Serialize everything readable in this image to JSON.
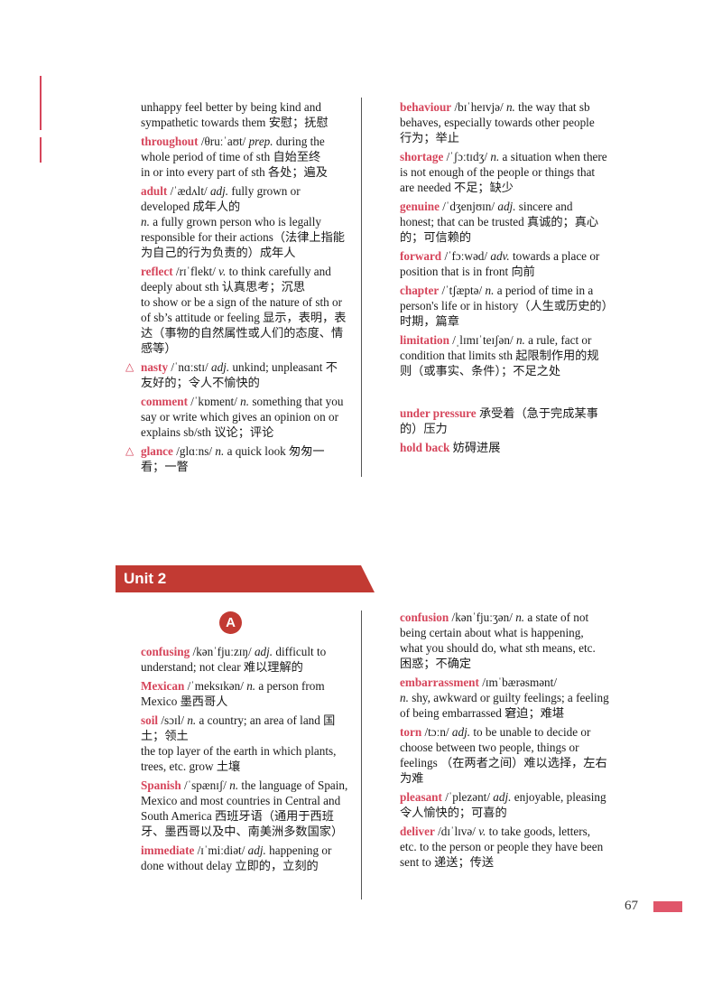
{
  "top_left": [
    {
      "hw": "",
      "text": "unhappy feel better by being kind and sympathetic towards them 安慰；抚慰"
    },
    {
      "hw": "throughout",
      "text": " /θruːˈaʊt/ <i>prep.</i> during the whole period of time of sth 自始至终<br>in or into every part of sth 各处；遍及"
    },
    {
      "hw": "adult",
      "text": " /ˈædʌlt/ <i>adj.</i> fully grown or developed 成年人的<br><i>n.</i> a fully grown person who is legally responsible for their actions（法律上指能为自己的行为负责的）成年人"
    },
    {
      "hw": "reflect",
      "text": " /rɪˈflekt/ <i>v.</i> to think carefully and deeply about sth 认真思考；沉思<br>to show or be a sign of the nature of sth or of sb’s attitude or feeling 显示，表明，表达（事物的自然属性或人们的态度、情感等）"
    },
    {
      "hw": "nasty",
      "tri": "△",
      "text": " /ˈnɑːstɪ/ <i>adj.</i> unkind; unpleasant 不友好的；令人不愉快的"
    },
    {
      "hw": "comment",
      "text": " /ˈkɒment/ <i>n.</i> something that you say or write which gives an opinion on or explains sb/sth 议论；评论"
    },
    {
      "hw": "glance",
      "tri": "△",
      "text": " /glɑːns/ <i>n.</i> a quick look 匆匆一看；一瞥"
    }
  ],
  "top_right": [
    {
      "hw": "behaviour",
      "text": " /bɪˈheɪvjə/ <i>n.</i> the way that sb behaves, especially towards other people 行为；举止"
    },
    {
      "hw": "shortage",
      "text": " /ˈʃɔːtɪdʒ/ <i>n.</i> a situation when there is not enough of the people or things that are needed 不足；缺少"
    },
    {
      "hw": "genuine",
      "text": " /ˈdʒenjʊɪn/ <i>adj.</i> sincere and honest; that can be trusted 真诚的；真心的；可信赖的"
    },
    {
      "hw": "forward",
      "text": " /ˈfɔːwəd/ <i>adv.</i> towards a place or position that is in front 向前"
    },
    {
      "hw": "chapter",
      "text": " /ˈtʃæptə/ <i>n.</i> a period of time in a person's life or in history（人生或历史的）时期，篇章"
    },
    {
      "hw": "limitation",
      "text": " /ˌlɪmɪˈteɪʃən/ <i>n.</i> a rule, fact or condition that limits sth 起限制作用的规则（或事实、条件）；不足之处"
    },
    {
      "hw": "",
      "gap": true,
      "text": ""
    },
    {
      "hw": "under pressure",
      "text": " 承受着（急于完成某事的）压力"
    },
    {
      "hw": "hold back",
      "text": " 妨碍进展"
    }
  ],
  "unit": {
    "title": "Unit 2",
    "section": "A"
  },
  "bottom_left": [
    {
      "hw": "confusing",
      "text": " /kənˈfjuːzɪŋ/ <i>adj.</i> difficult to understand; not clear 难以理解的"
    },
    {
      "hw": "Mexican",
      "text": " /ˈmeksɪkən/ <i>n.</i> a person from Mexico 墨西哥人"
    },
    {
      "hw": "soil",
      "text": " /sɔɪl/ <i>n.</i> a country; an area of land 国土；领土<br>the top layer of the earth in which plants, trees, etc. grow 土壤"
    },
    {
      "hw": "Spanish",
      "text": " /ˈspænɪʃ/ <i>n.</i> the language of Spain, Mexico and most countries in Central and South America 西班牙语（通用于西班牙、墨西哥以及中、南美洲多数国家）"
    },
    {
      "hw": "immediate",
      "text": " /ɪˈmiːdiət/ <i>adj.</i> happening or done without delay 立即的，立刻的"
    }
  ],
  "bottom_right": [
    {
      "hw": "confusion",
      "text": " /kənˈfjuːʒən/ <i>n.</i> a state of not being certain about what is happening, what you should do, what sth means, etc. 困惑；不确定"
    },
    {
      "hw": "embarrassment",
      "text": " /ɪmˈbærəsmənt/<br><i>n.</i> shy, awkward or guilty feelings; a feeling of being embarrassed 窘迫；难堪"
    },
    {
      "hw": "torn",
      "text": " /tɔːn/ <i>adj.</i> to be unable to decide or choose between two people, things or feelings （在两者之间）难以选择，左右为难"
    },
    {
      "hw": "pleasant",
      "text": " /ˈplezənt/ <i>adj.</i> enjoyable, pleasing 令人愉快的；可喜的"
    },
    {
      "hw": "deliver",
      "text": " /dɪˈlɪvə/ <i>v.</i> to take goods, letters, etc. to the person or people they have been sent to 递送；传送"
    }
  ],
  "page_number": "67",
  "colors": {
    "headword": "#d6455b",
    "banner": "#c23a33",
    "page_bar": "#e0566a"
  }
}
